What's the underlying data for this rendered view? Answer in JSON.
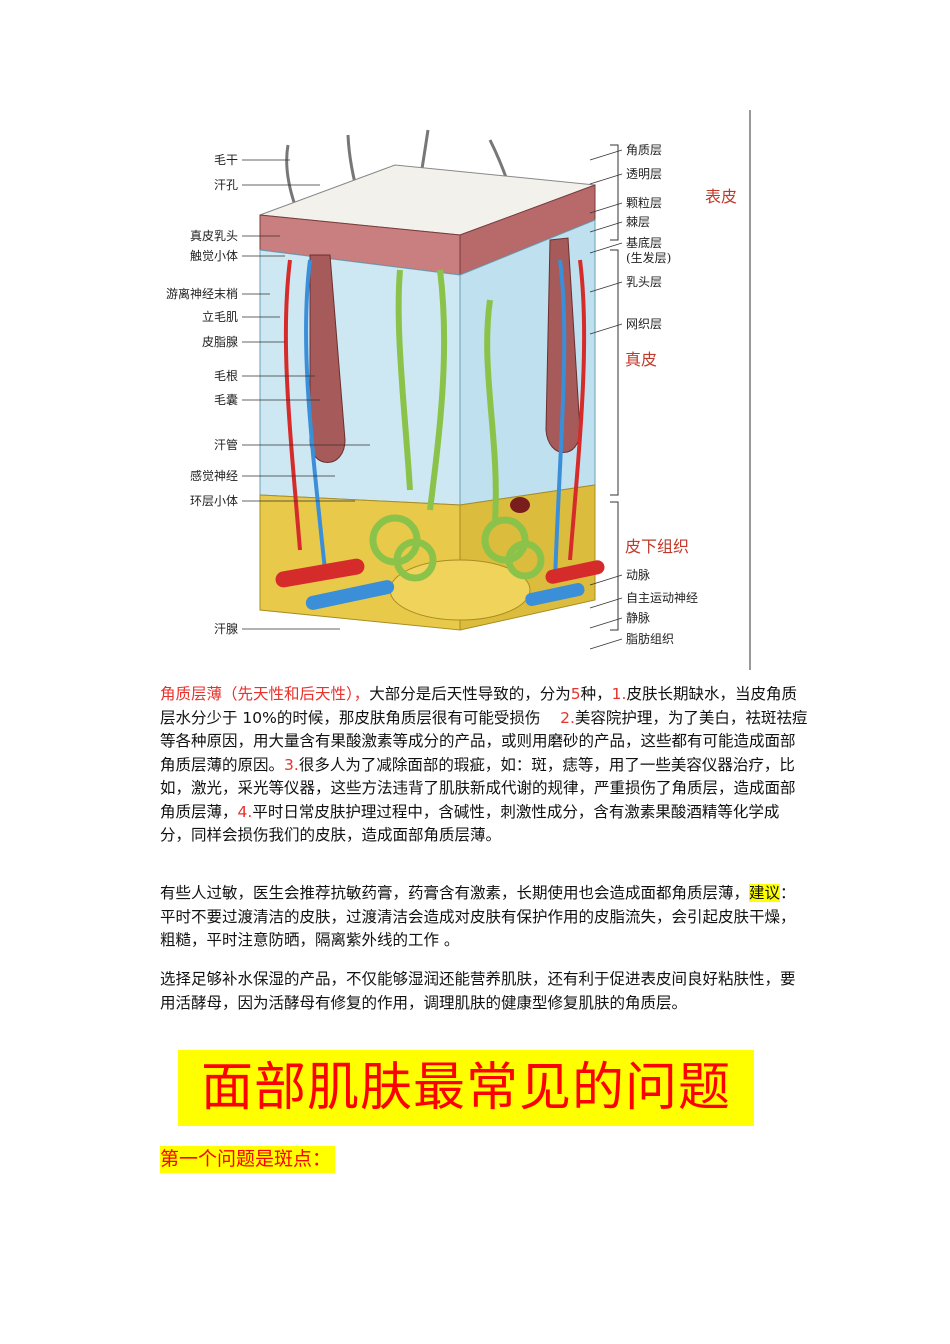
{
  "figure": {
    "left_labels": [
      "毛干",
      "汗孔",
      "真皮乳头",
      "触觉小体",
      "游离神经末梢",
      "立毛肌",
      "皮脂腺",
      "毛根",
      "毛囊",
      "汗管",
      "感觉神经",
      "环层小体",
      "汗腺"
    ],
    "right_labels": [
      "角质层",
      "透明层",
      "颗粒层",
      "棘层",
      "基底层",
      "(生发层)",
      "乳头层",
      "网织层",
      "动脉",
      "自主运动神经",
      "静脉",
      "脂肪组织"
    ],
    "groups": [
      "表皮",
      "真皮",
      "皮下组织"
    ],
    "colors": {
      "artery": "#d62b2b",
      "vein": "#3a8fd8",
      "nerve": "#8bc34a",
      "fat": "#e8c94a",
      "dermis": "#cde8f2",
      "epidermis": "#c97f7f",
      "group_label": "#c0392b"
    }
  },
  "paragraph1": {
    "lead": "角质层薄（先天性和后天性），",
    "a": "大部分是后天性导致的，分为",
    "count": "5",
    "b": "种，",
    "n1": "1.",
    "c": "皮肤长期缺水，当皮角质层水分少于 10%的时候，那皮肤角质层很有可能受损伤",
    "n2": "2.",
    "d": "美容院护理，为了美白，祛斑祛痘等各种原因，用大量含有果酸激素等成分的产品，或则用磨砂的产品，这些都有可能造成面部角质层薄的原因。",
    "n3": "3.",
    "e": "很多人为了减除面部的瑕疵，如：斑，痣等，用了一些美容仪器治疗，比如，激光，采光等仪器，这些方法违背了肌肤新成代谢的规律，严重损伤了角质层，造成面部角质层薄，",
    "n4": "4.",
    "f": "平时日常皮肤护理过程中，含碱性，刺激性成分，含有激素果酸酒精等化学成分，同样会损伤我们的皮肤，造成面部角质层薄。"
  },
  "paragraph2": {
    "a": "有些人过敏，医生会推荐抗敏药膏，药膏含有激素，长期使用也会造成面都角质层薄，",
    "highlight": "建议",
    "b": "：平时不要过渡清洁的皮肤，过渡清洁会造成对皮肤有保护作用的皮脂流失，会引起皮肤干燥，粗糙，平时注意防晒，隔离紫外线的工作 。"
  },
  "paragraph3": "选择足够补水保湿的产品，不仅能够湿润还能营养肌肤，还有利于促进表皮间良好粘肤性，要用活酵母，因为活酵母有修复的作用，调理肌肤的健康型修复肌肤的角质层。",
  "heading": "面部肌肤最常见的问题",
  "subheading": "第一个问题是斑点："
}
